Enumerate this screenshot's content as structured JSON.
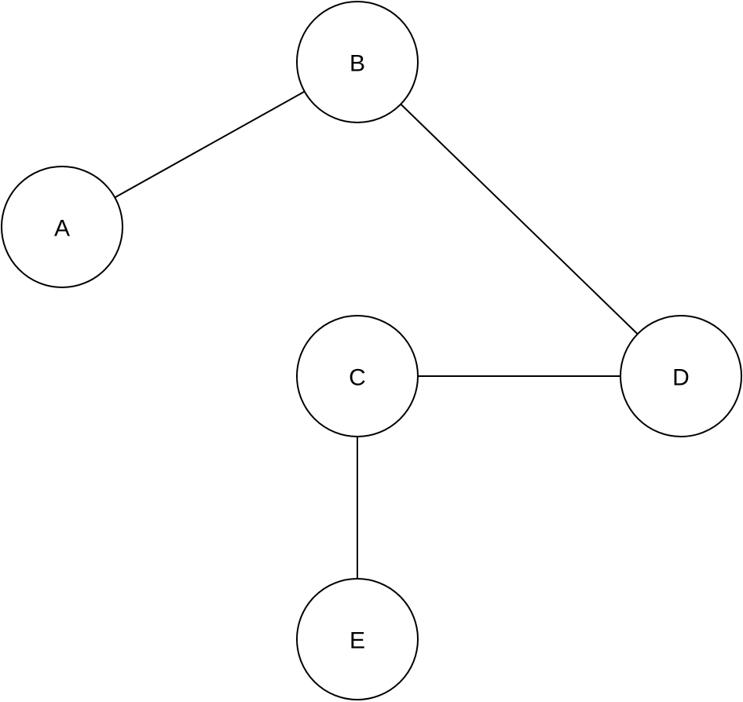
{
  "graph": {
    "nodes": [
      {
        "id": "A",
        "label": "A"
      },
      {
        "id": "B",
        "label": "B"
      },
      {
        "id": "C",
        "label": "C"
      },
      {
        "id": "D",
        "label": "D"
      },
      {
        "id": "E",
        "label": "E"
      }
    ],
    "edges": [
      {
        "from": "A",
        "to": "B"
      },
      {
        "from": "B",
        "to": "D"
      },
      {
        "from": "C",
        "to": "D"
      },
      {
        "from": "C",
        "to": "E"
      }
    ]
  }
}
